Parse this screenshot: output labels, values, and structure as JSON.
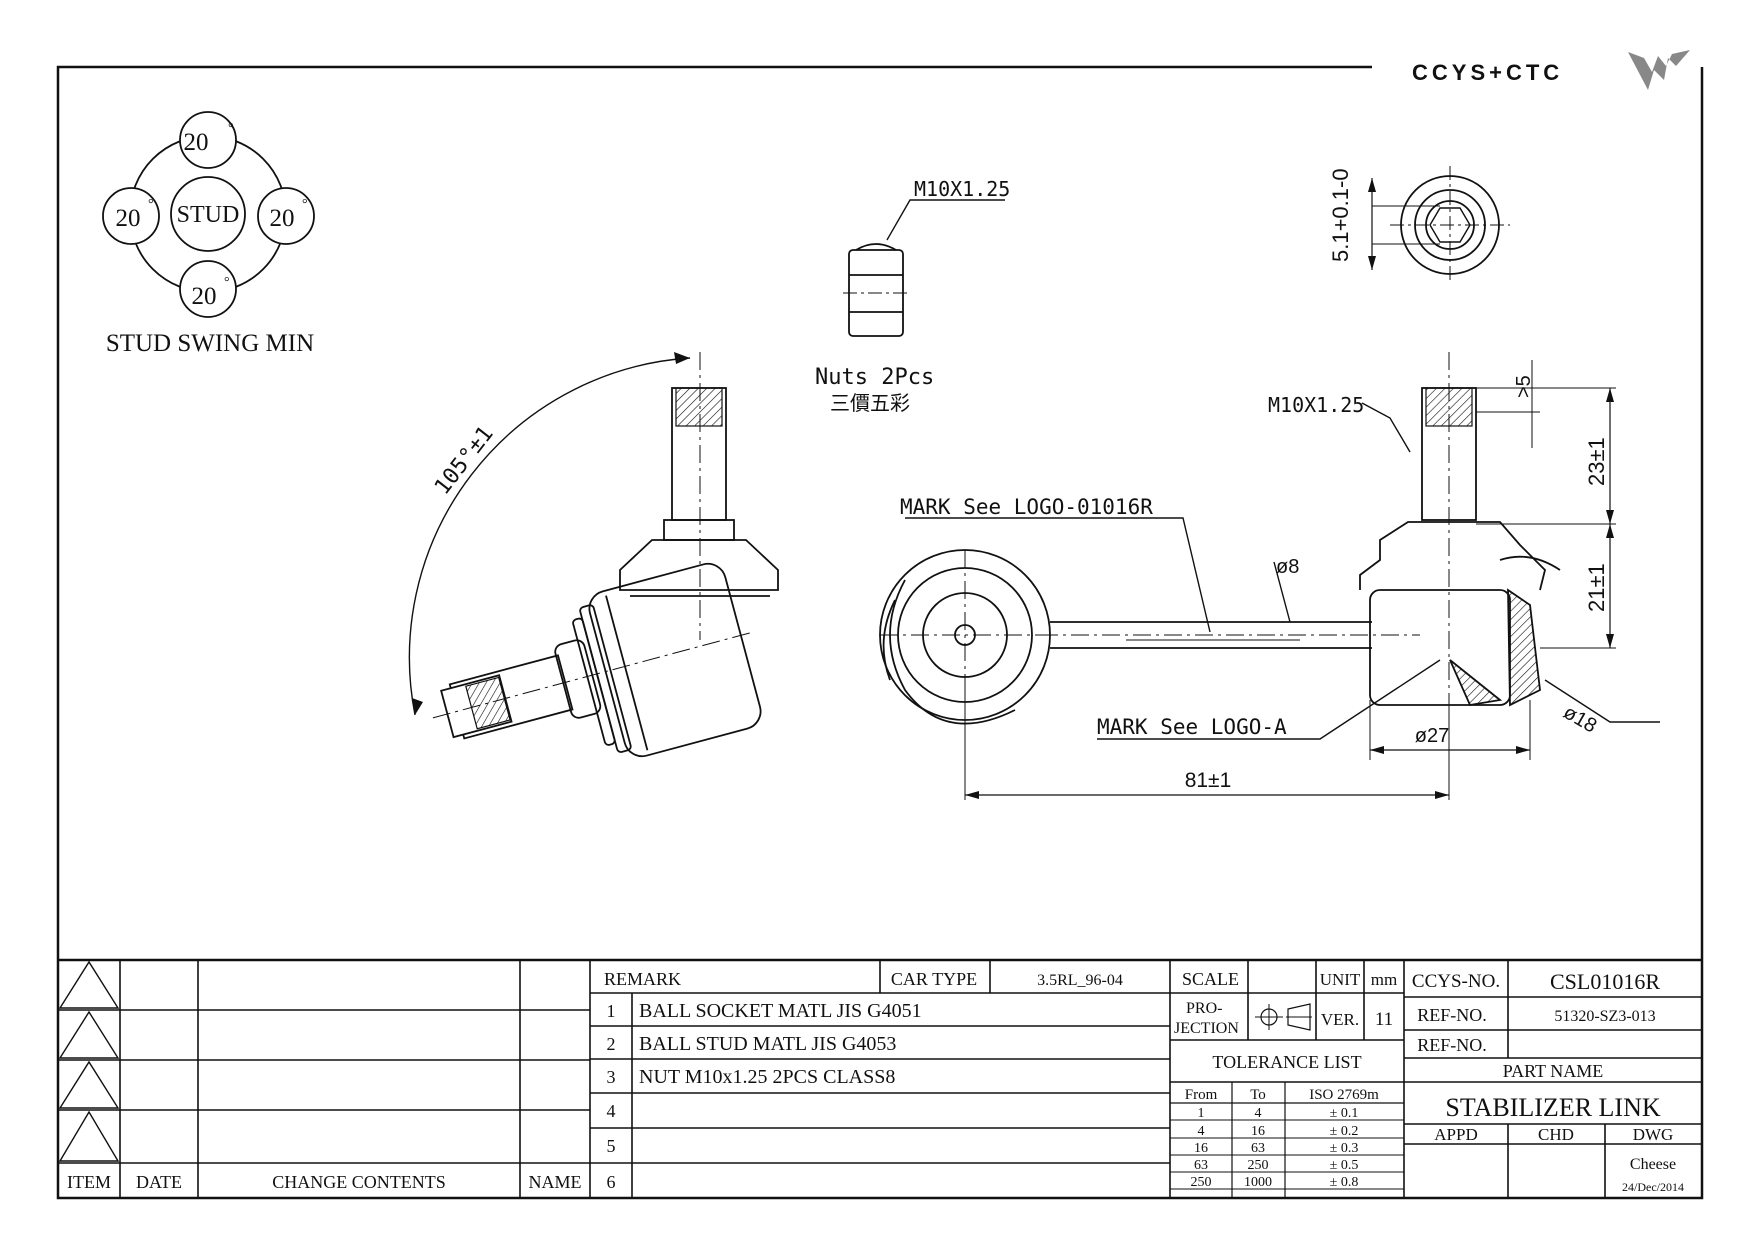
{
  "logo": {
    "text": "CCYS+CTC"
  },
  "swing": {
    "top": "20",
    "left": "20",
    "right": "20",
    "bottom": "20",
    "degree_symbol": "°",
    "center": "STUD",
    "caption": "STUD SWING MIN"
  },
  "callouts": {
    "nut_thread": "M10X1.25",
    "nuts_qty": "Nuts 2Pcs",
    "nuts_finish": "三價五彩",
    "angle": "105°±1",
    "mark_logo_r": "MARK See LOGO-01016R",
    "rod_dia": "ø8",
    "stud_thread": "M10X1.25",
    "hex_depth": ">5",
    "stud_len": "23±1",
    "ball_height": "21±1",
    "socket_dia": "ø18",
    "mark_logo_a": "MARK See LOGO-A",
    "housing_dia": "ø27",
    "center_dist": "81±1",
    "hex_size": "5.1+0.1-0"
  },
  "revision": {
    "headers": {
      "item": "ITEM",
      "date": "DATE",
      "contents": "CHANGE CONTENTS",
      "name": "NAME"
    }
  },
  "remarks": {
    "header": "REMARK",
    "car_type_label": "CAR TYPE",
    "car_type_value": "3.5RL_96-04",
    "items": [
      {
        "no": "1",
        "text": "BALL SOCKET MATL JIS G4051"
      },
      {
        "no": "2",
        "text": "BALL STUD MATL JIS G4053"
      },
      {
        "no": "3",
        "text": "NUT M10x1.25 2PCS CLASS8"
      },
      {
        "no": "4",
        "text": ""
      },
      {
        "no": "5",
        "text": ""
      },
      {
        "no": "6",
        "text": ""
      }
    ]
  },
  "spec": {
    "scale_label": "SCALE",
    "scale_value": "",
    "unit_label": "UNIT",
    "unit_value": "mm",
    "projection_label_1": "PRO-",
    "projection_label_2": "JECTION",
    "ver_label": "VER.",
    "ver_value": "11",
    "tolerance_title": "TOLERANCE LIST",
    "tol_headers": {
      "from": "From",
      "to": "To",
      "iso": "ISO 2769m"
    },
    "tolerances": [
      {
        "from": "1",
        "to": "4",
        "tol": "± 0.1"
      },
      {
        "from": "4",
        "to": "16",
        "tol": "± 0.2"
      },
      {
        "from": "16",
        "to": "63",
        "tol": "± 0.3"
      },
      {
        "from": "63",
        "to": "250",
        "tol": "± 0.5"
      },
      {
        "from": "250",
        "to": "1000",
        "tol": "± 0.8"
      }
    ]
  },
  "title_block": {
    "ccys_no_label": "CCYS-NO.",
    "ccys_no_value": "CSL01016R",
    "ref_no_label_1": "REF-NO.",
    "ref_no_value_1": "51320-SZ3-013",
    "ref_no_label_2": "REF-NO.",
    "ref_no_value_2": "",
    "part_name_label": "PART NAME",
    "part_name_value": "STABILIZER LINK",
    "appd_label": "APPD",
    "chd_label": "CHD",
    "dwg_label": "DWG",
    "dwg_name": "Cheese",
    "dwg_date": "24/Dec/2014"
  }
}
